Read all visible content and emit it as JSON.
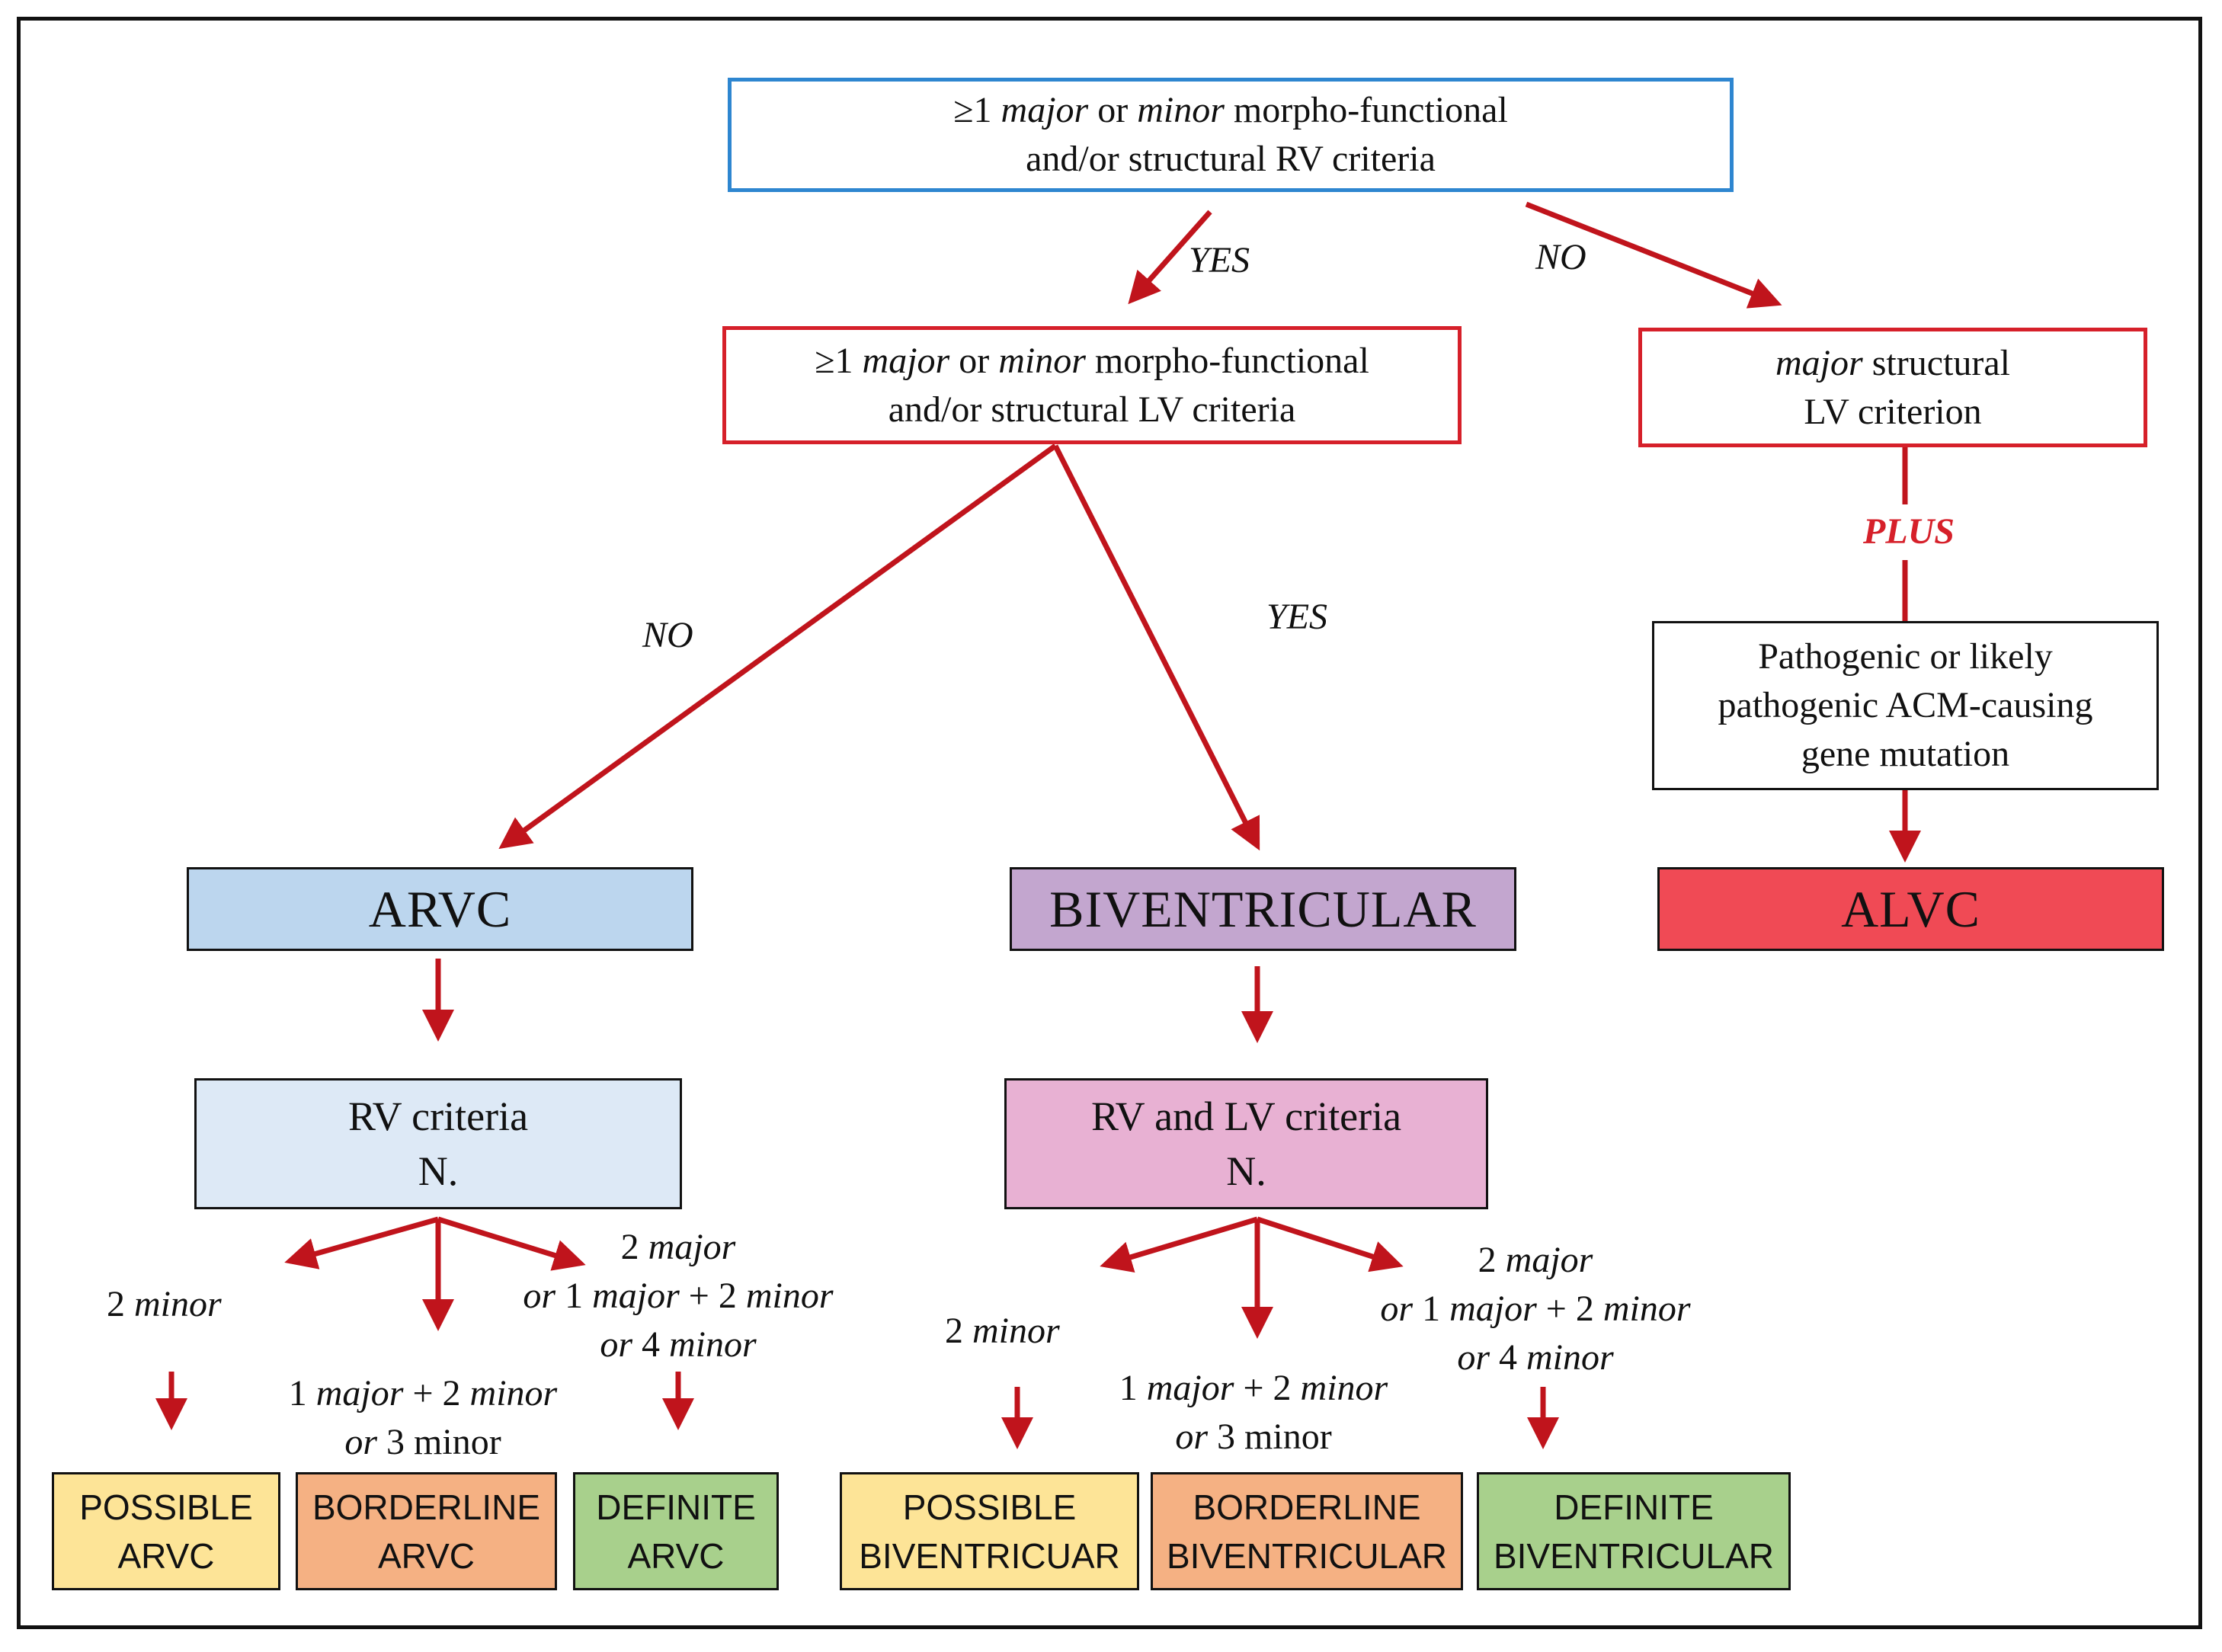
{
  "colors": {
    "blue_border": "#2e86d0",
    "red": "#d6202a",
    "arrow": "#c0141c",
    "arvc_fill": "#bcd6ee",
    "rv_fill": "#dde9f6",
    "biv_fill": "#c3a6cf",
    "rvlv_fill": "#e8b1d3",
    "alvc_fill": "#f04a55",
    "possible_fill": "#fde497",
    "borderline_fill": "#f5b183",
    "definite_fill": "#a8d08c"
  },
  "nodes": {
    "rv_question": {
      "pre": "≥1 ",
      "major": "major",
      "or": " or ",
      "minor": "minor",
      "post": " morpho-functional",
      "line2": "and/or structural RV criteria"
    },
    "lv_question": {
      "pre": "≥1 ",
      "major": "major",
      "or": " or ",
      "minor": "minor",
      "post": " morpho-functional",
      "line2": "and/or structural  LV criteria"
    },
    "major_lv": {
      "major": "major",
      "post": " structural",
      "line2": "LV criterion"
    },
    "gene": {
      "line1": "Pathogenic or likely",
      "line2": "pathogenic ACM-causing",
      "line3": "gene mutation"
    },
    "arvc": "ARVC",
    "biventricular": "BIVENTRICULAR",
    "alvc": "ALVC",
    "rv_criteria": {
      "line1": "RV criteria",
      "line2": "N."
    },
    "rvlv_criteria": {
      "line1": "RV and LV criteria",
      "line2": "N."
    },
    "possible_arvc": {
      "line1": "POSSIBLE",
      "line2": "ARVC"
    },
    "borderline_arvc": {
      "line1": "BORDERLINE",
      "line2": "ARVC"
    },
    "definite_arvc": {
      "line1": "DEFINITE",
      "line2": "ARVC"
    },
    "possible_biv": {
      "line1": "POSSIBLE",
      "line2": "BIVENTRICUAR"
    },
    "borderline_biv": {
      "line1": "BORDERLINE",
      "line2": "BIVENTRICULAR"
    },
    "definite_biv": {
      "line1": "DEFINITE",
      "line2": "BIVENTRICULAR"
    }
  },
  "labels": {
    "yes1": "YES",
    "no1": "NO",
    "no2": "NO",
    "yes2": "YES",
    "plus": "PLUS",
    "arvc_2minor": {
      "num": "2 ",
      "minor": "minor"
    },
    "arvc_borderline": {
      "l1_num": "1 ",
      "l1_major": "major",
      "l1_mid": " + 2 ",
      "l1_minor": "minor",
      "l2_or": "or",
      "l2_rest": " 3 minor"
    },
    "arvc_definite": {
      "l1_num": "2 ",
      "l1_major": "major",
      "l2_or": "or",
      "l2_num": " 1 ",
      "l2_major": "major",
      "l2_mid": " + 2 ",
      "l2_minor": "minor",
      "l3_or": "or",
      "l3_num": " 4 ",
      "l3_minor": "minor"
    },
    "biv_2minor": {
      "num": "2 ",
      "minor": "minor"
    },
    "biv_borderline": {
      "l1_num": "1 ",
      "l1_major": "major",
      "l1_mid": " + 2 ",
      "l1_minor": "minor",
      "l2_or": "or",
      "l2_rest": " 3 minor"
    },
    "biv_definite": {
      "l1_num": "2 ",
      "l1_major": "major",
      "l2_or": "or",
      "l2_num": " 1 ",
      "l2_major": "major",
      "l2_mid": " + 2 ",
      "l2_minor": "minor",
      "l3_or": "or",
      "l3_num": " 4 ",
      "l3_minor": "minor"
    }
  }
}
